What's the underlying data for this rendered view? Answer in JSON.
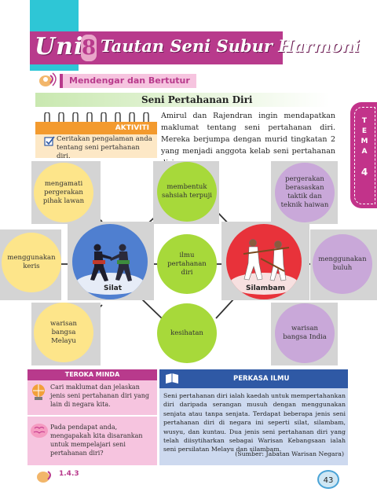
{
  "header": {
    "unit_word": "Unit",
    "unit_number": "8",
    "unit_title": "Tautan Seni Subur Harmoni"
  },
  "section": {
    "skill_label": "Mendengar dan Bertutur",
    "title": "Seni Pertahanan Diri"
  },
  "aktiviti": {
    "label": "AKTIVITI",
    "text": "Ceritakan pengalaman anda tentang seni pertahanan diri."
  },
  "intro": "Amirul dan Rajendran ingin mendapatkan maklumat tentang seni pertahanan diri. Mereka berjumpa dengan murid tingkatan 2 yang menjadi anggota kelab seni pertahanan diri.",
  "tema_tab": {
    "label": "TEMA",
    "number": "4"
  },
  "diagram": {
    "silat": {
      "label": "Silat",
      "items": [
        "mengamati pergerakan pihak lawan",
        "menggunakan keris",
        "warisan bangsa Melayu"
      ]
    },
    "silambam": {
      "label": "Silambam",
      "items": [
        "pergerakan berasaskan taktik dan teknik haiwan",
        "menggunakan buluh",
        "warisan bangsa India"
      ]
    },
    "shared": [
      "membentuk sahsiah terpuji",
      "ilmu pertahanan diri",
      "kesihatan"
    ]
  },
  "teroka_minda": {
    "label": "TEROKA MINDA",
    "q1": "Cari maklumat dan jelaskan jenis seni pertahanan diri yang lain di negara kita.",
    "q2": "Pada pendapat anda, mengapakah kita disarankan untuk mempelajari seni pertahanan diri?"
  },
  "perkasa_ilmu": {
    "label": "PERKASA ILMU",
    "text": "Seni pertahanan diri ialah kaedah untuk mempertahankan diri daripada serangan musuh dengan menggunakan senjata atau tanpa senjata. Terdapat beberapa jenis seni pertahanan diri di negara ini seperti silat, silambam, wusyu, dan kuntau. Dua jenis seni pertahanan diri yang telah diisytiharkan sebagai Warisan Kebangsaan ialah seni persilatan Melayu dan silambam.",
    "source": "(Sumber: Jabatan Warisan Negara)"
  },
  "footer": {
    "code": "1.4.3",
    "page": "43"
  },
  "colors": {
    "magenta": "#b83a8c",
    "orange": "#f39a2e",
    "yellow_circle": "#fde58a",
    "green_circle": "#a7d93a",
    "lilac_circle": "#c9a8d9",
    "silat_circle": "#4f7fd0",
    "silambam_circle": "#e8323a",
    "perkasa_blue": "#2f59a5"
  }
}
